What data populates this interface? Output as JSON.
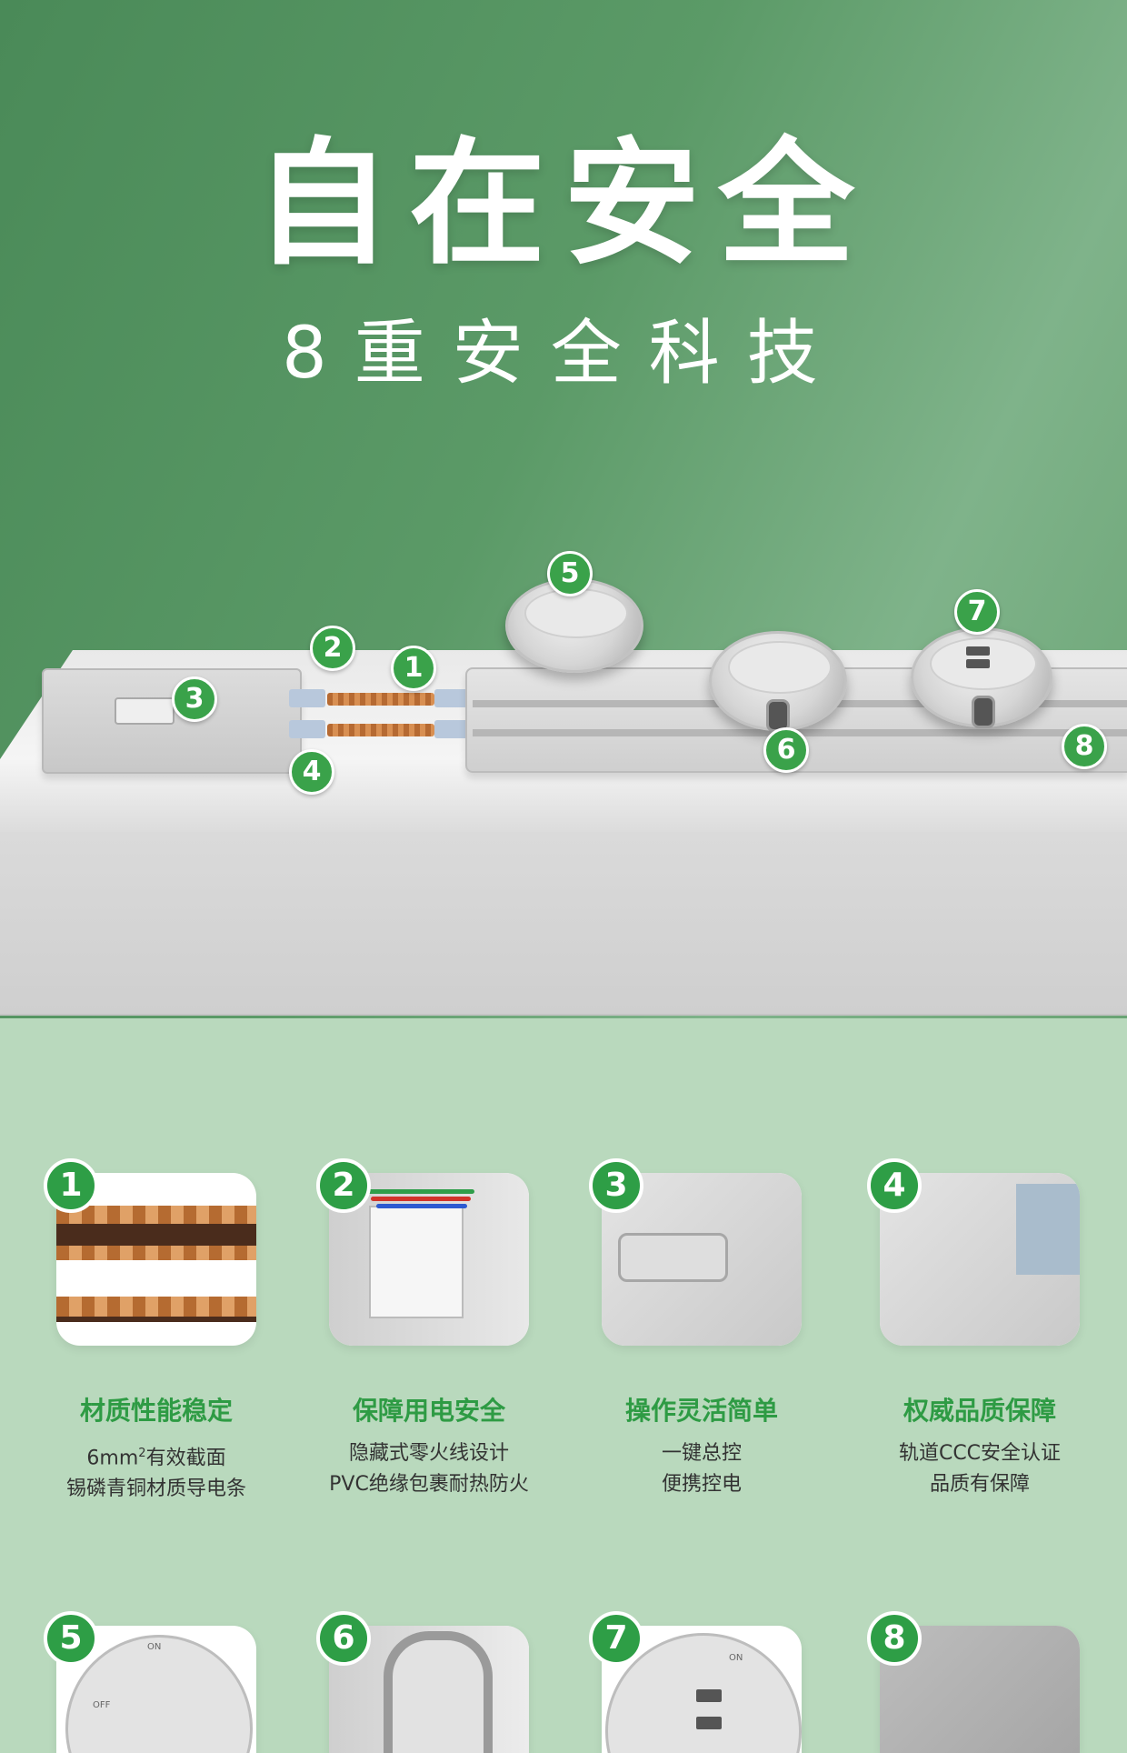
{
  "hero": {
    "title": "自在安全",
    "subtitle": "8重安全科技"
  },
  "markers": [
    "1",
    "2",
    "3",
    "4",
    "5",
    "6",
    "7",
    "8"
  ],
  "features": [
    {
      "num": "1",
      "title": "材质性能稳定",
      "desc1_a": "6mm",
      "desc1_sup": "2",
      "desc1_b": "有效截面",
      "desc2": "锡磷青铜材质导电条"
    },
    {
      "num": "2",
      "title": "保障用电安全",
      "desc1": "隐藏式零火线设计",
      "desc2": "PVC绝缘包裹耐热防火"
    },
    {
      "num": "3",
      "title": "操作灵活简单",
      "desc1": "一键总控",
      "desc2": "便携控电"
    },
    {
      "num": "4",
      "title": "权威品质保障",
      "desc1": "轨道CCC安全认证",
      "desc2": "品质有保障"
    },
    {
      "num": "5",
      "on_label": "ON",
      "off_label": "OFF"
    },
    {
      "num": "6"
    },
    {
      "num": "7",
      "on_label": "ON"
    },
    {
      "num": "8"
    }
  ],
  "colors": {
    "accent_green": "#2e9e46",
    "title_green": "#2e9b44",
    "hero_green": "#5b9a67",
    "lower_bg": "#b9d9bd"
  }
}
